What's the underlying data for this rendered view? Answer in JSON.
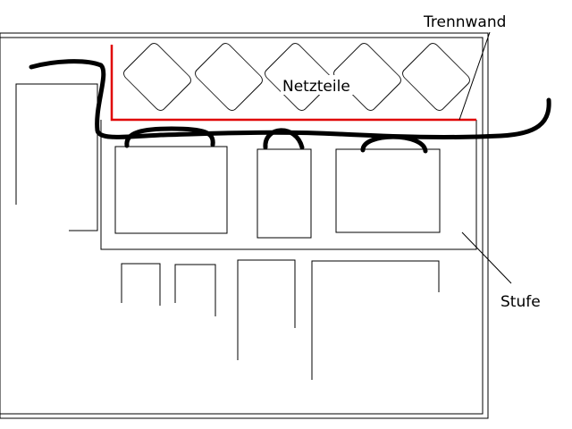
{
  "labels": {
    "netzteile": "Netzteile",
    "trennwand": "Trennwand",
    "stufe": "Stufe"
  },
  "colors": {
    "line": "#000000",
    "partition": "#e00000",
    "background": "#ffffff"
  }
}
